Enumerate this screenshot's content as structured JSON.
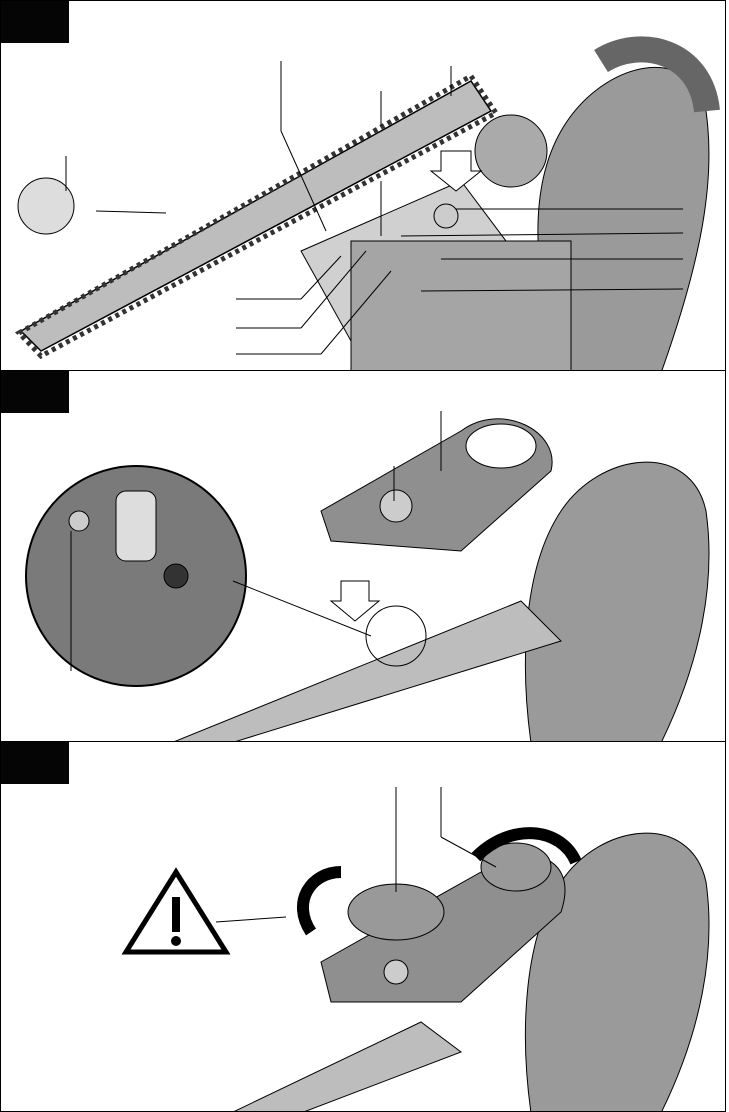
{
  "colors": {
    "ink": "#000000",
    "tag": "#050505",
    "metal": "#b8b8b8",
    "housing": "#8c8c8c",
    "chain": "#3a3a3a"
  },
  "figures": [
    {
      "name": "bar-and-chain-install",
      "icon": "chainsaw-bar-chain"
    },
    {
      "name": "chain-cover-install",
      "icon": "chain-cover"
    },
    {
      "name": "cover-knobs-tighten",
      "icon": "warning-triangle"
    }
  ]
}
